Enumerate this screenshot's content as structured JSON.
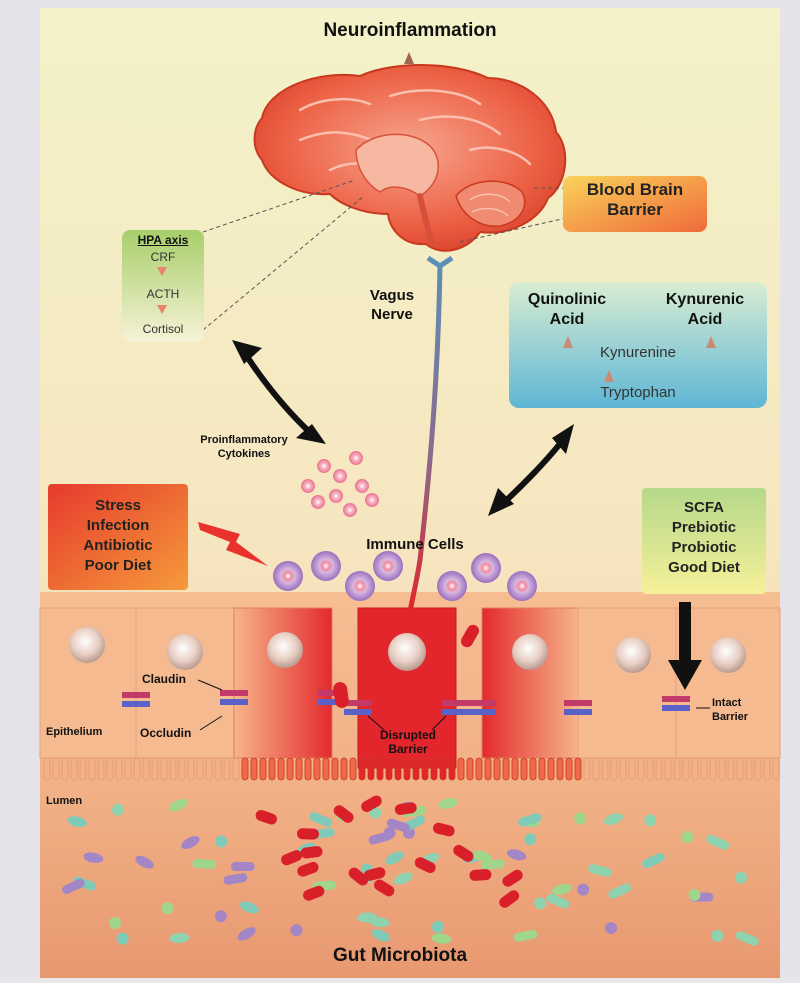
{
  "title": "Neuroinflammation",
  "footer": "Gut Microbiota",
  "blood_brain_barrier": "Blood Brain Barrier",
  "hpa": {
    "heading": "HPA axis",
    "steps": [
      "CRF",
      "ACTH",
      "Cortisol"
    ]
  },
  "vagus_nerve": "Vagus Nerve",
  "kynurenine_pathway": {
    "quinolinic": "Quinolinic Acid",
    "kynurenic": "Kynurenic Acid",
    "kynurenine": "Kynurenine",
    "tryptophan": "Tryptophan"
  },
  "cytokines": "Proinflammatory Cytokines",
  "immune_cells": "Immune Cells",
  "stressors": [
    "Stress",
    "Infection",
    "Antibiotic",
    "Poor Diet"
  ],
  "protective": [
    "SCFA",
    "Prebiotic",
    "Probiotic",
    "Good Diet"
  ],
  "labels": {
    "claudin": "Claudin",
    "occludin": "Occludin",
    "epithelium": "Epithelium",
    "lumen": "Lumen",
    "disrupted_barrier": "Disrupted Barrier",
    "intact_barrier": "Intact Barrier"
  },
  "colors": {
    "claudin": "#c23a6a",
    "occludin": "#5a62c8",
    "inflamed_cell": "#e2262b",
    "healthy_cell": "#f4b38a",
    "immune_cell": "#a987c2"
  }
}
